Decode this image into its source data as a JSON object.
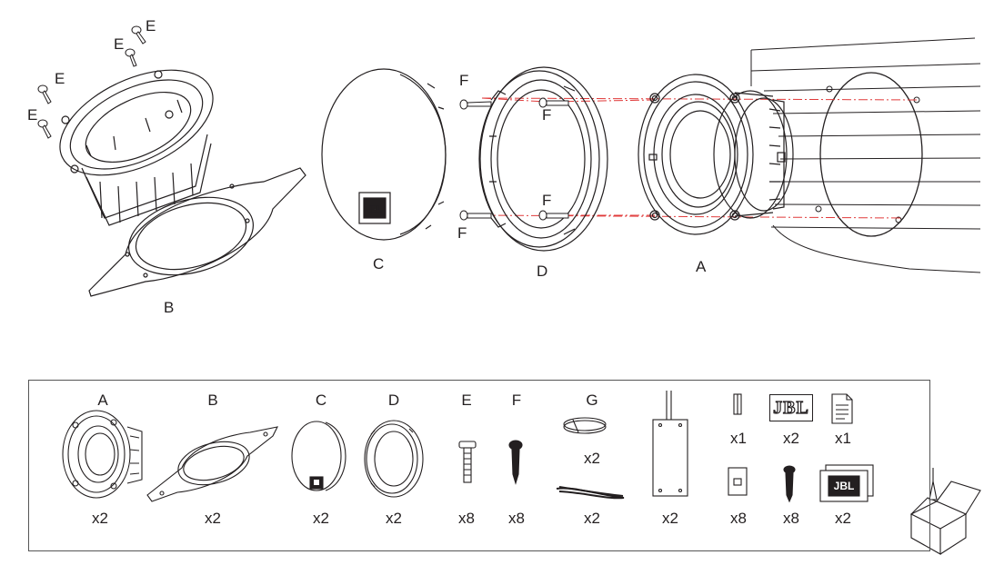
{
  "exploded_view": {
    "labels": {
      "A": "A",
      "B": "B",
      "C": "C",
      "D": "D",
      "E": "E",
      "F": "F"
    },
    "logo_text": "JBL",
    "guide_line_color": "#e03a3a"
  },
  "parts_list": {
    "headers": [
      "A",
      "B",
      "C",
      "D",
      "E",
      "F",
      "G"
    ],
    "quantities": {
      "A": "x2",
      "B": "x2",
      "C": "x2",
      "D": "x2",
      "E": "x8",
      "F": "x8",
      "G_ring": "x2",
      "G_cable": "x2",
      "crossover": "x2",
      "pin": "x1",
      "badge": "x2",
      "manual": "x1",
      "pad": "x8",
      "screw_small": "x8",
      "jbl_stickers": "x2"
    },
    "badge_text": "JBL"
  }
}
